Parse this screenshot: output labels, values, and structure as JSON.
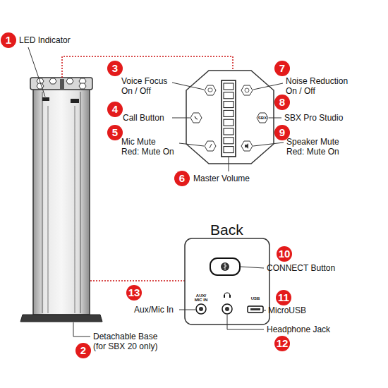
{
  "diagram": {
    "labels": [
      "1",
      "LED Indicator",
      "3",
      "Voice Focus On / Off",
      "4",
      "Call Button",
      "5",
      "Mic Mute Red: Mute On",
      "6",
      "Master Volume",
      "7",
      "Noise Reduction On / Off",
      "8",
      "SBX Pro Studio",
      "9",
      "Speaker Mute Red: Mute On",
      "SBX",
      "Back",
      "10",
      "CONNECT Button",
      "AUX/ MIC IN",
      "USB",
      "11",
      "MicroUSB",
      "12",
      "Headphone Jack",
      "13",
      "Aux/Mic In",
      "2",
      "Detachable Base (for SBX 20 only)"
    ]
  }
}
